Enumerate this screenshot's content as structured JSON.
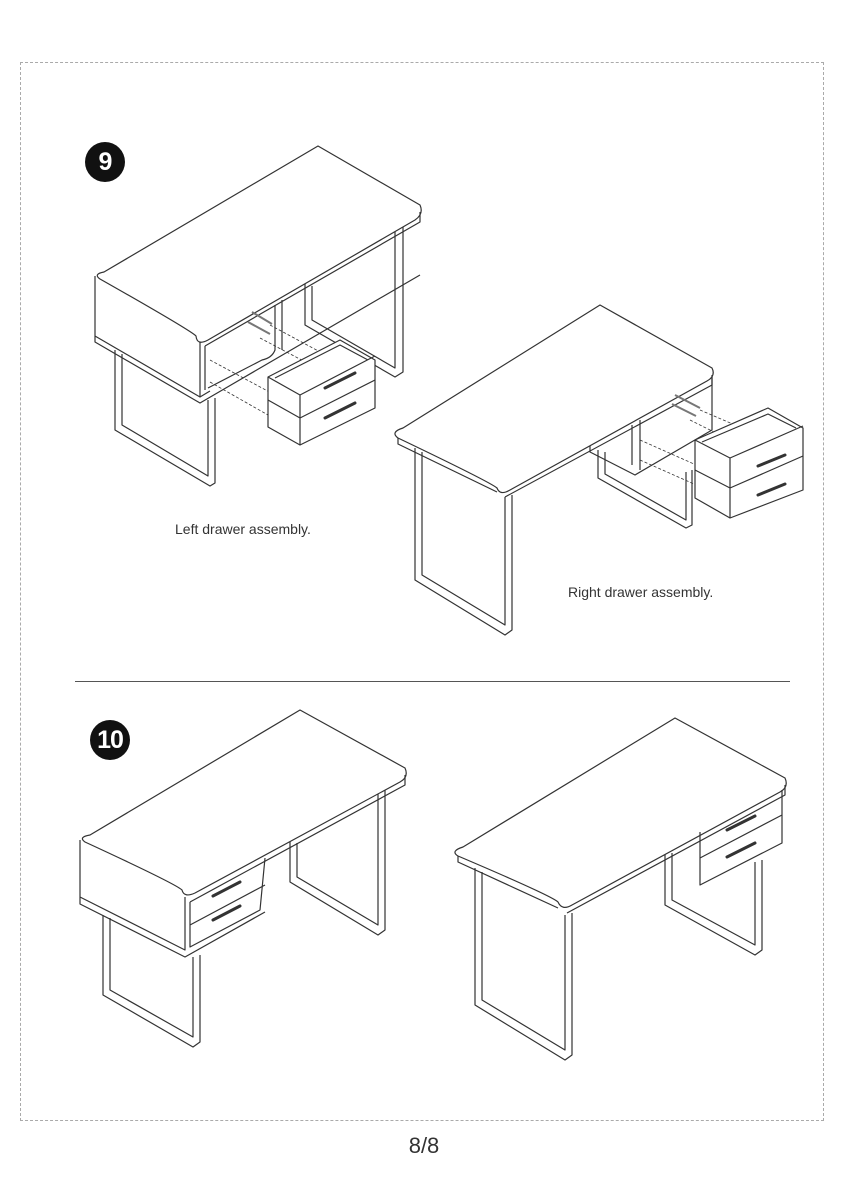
{
  "steps": [
    {
      "number": "9",
      "captions": {
        "left": "Left drawer assembly.",
        "right": "Right drawer assembly."
      }
    },
    {
      "number": "10"
    }
  ],
  "footer": {
    "page": "8/8"
  }
}
